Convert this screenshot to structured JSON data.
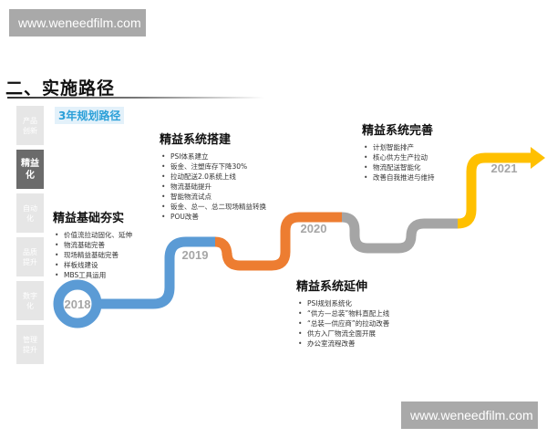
{
  "watermarks": {
    "top": "www.weneedfilm.com",
    "bottom": "www.weneedfilm.com"
  },
  "header": {
    "title": "二、实施路径"
  },
  "sidebar": {
    "items": [
      {
        "label": "产品创新",
        "active": false
      },
      {
        "label": "精益化",
        "active": true
      },
      {
        "label": "自动化",
        "active": false
      },
      {
        "label": "品质提升",
        "active": false
      },
      {
        "label": "数字化",
        "active": false
      },
      {
        "label": "管理提升",
        "active": false
      }
    ]
  },
  "tag": "3年规划路径",
  "colors": {
    "y2018": "#5b9bd5",
    "y2019": "#ed7d31",
    "y2020": "#a5a5a5",
    "y2021": "#ffc000",
    "tag_text": "#2a9fd8"
  },
  "timeline": {
    "years": [
      "2018",
      "2019",
      "2020",
      "2021"
    ]
  },
  "stages": [
    {
      "title": "精益基础夯实",
      "items": [
        "价值流拉动固化、延伸",
        "物流基础完善",
        "现场精益基础完善",
        "样板线建设",
        "MBS工具运用"
      ]
    },
    {
      "title": "精益系统搭建",
      "items": [
        "PSI体系建立",
        "钣金、注塑库存下降30%",
        "拉动配送2.0系统上线",
        "物流基础提升",
        "智能物流试点",
        "钣金、总一、总二现场精益转换",
        "POU改善"
      ]
    },
    {
      "title": "精益系统延伸",
      "items": [
        "PSI规划系统化",
        "“供方—总装”物料直配上线",
        "“总装—供应商”的拉动改善",
        "供方入厂物流全面开展",
        "办公室流程改善"
      ]
    },
    {
      "title": "精益系统完善",
      "items": [
        "计划智能排产",
        "核心供方生产拉动",
        "物流配送智能化",
        "改善自我推进与维持"
      ]
    }
  ]
}
